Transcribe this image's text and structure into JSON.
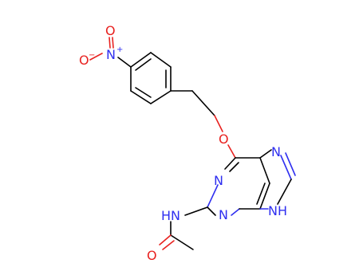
{
  "colors": {
    "bond": "#000000",
    "oxygen": "#e8211f",
    "nitrogen": "#2f2ff0",
    "background": "#ffffff"
  },
  "atoms": {
    "nitro_o_top": "O",
    "nitro_o_left": "O",
    "nitro_n": "N",
    "nitro_n_charge": "+",
    "nitro_o_charge": "−",
    "ether_o": "O",
    "purine_n1": "N",
    "purine_n3": "N",
    "purine_n7": "N",
    "purine_n9h": "NH",
    "amide_nh": "HN",
    "amide_o": "O"
  }
}
